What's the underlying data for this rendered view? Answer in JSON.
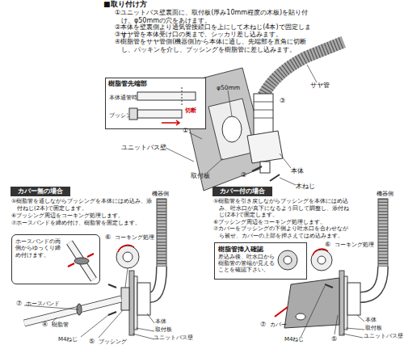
{
  "diagram": {
    "title": "■取り付け方",
    "nodes": [
      {
        "text": [
          "樹脂管先端部",
          "本体通管時",
          "ブッシング挿入時",
          "切断"
        ]
      },
      {
        "text": [
          "カバー無の場合"
        ]
      },
      {
        "text": [
          "ホースバンドの両側からゆっくり締め付けます。"
        ]
      },
      {
        "text": [
          "カバー付の場合"
        ]
      },
      {
        "text": [
          "樹脂管挿入確認",
          "差込み後、吐水口から樹脂管の管端が見えることを確認下さい。"
        ]
      }
    ],
    "labels": [
      "①ユニットバス壁裏面に、取付板(厚み10mm程度の木板)を貼り付け、φ50mmの穴をあけます。",
      "②本体を壁裏側より通気管接続口を上にして木ねじ(4本)で固定します。",
      "③サヤ管を本体受け口の奥まで、シッカリ差し込みます。",
      "④樹脂管をサヤ管側(機器側)から本体に通し、先端部を直角に切断し、パッキンを介し、ブッシングを樹脂管に差し込みます。",
      "サヤ管",
      "φ50mm",
      "①",
      "ユニットバス壁",
      "取付板",
      "②",
      "本体",
      "③",
      "木ねじ",
      "⑤樹脂管を通しながらブッシングを本体にはめ込み、添付ねじ(2本)で固定します。",
      "⑥ブッシング周辺をコーキング処理します。",
      "⑦ホースバンドを締め付け、樹脂管を固定します。",
      "機器側",
      "⑥",
      "コーキング処理",
      "⑦",
      "ホースバンド",
      "④",
      "樹脂管",
      "M4ねじ",
      "⑤",
      "ブッシング",
      "本体",
      "取付板",
      "ユニットバス壁",
      "⑤樹脂管を引き戻しながらブッシングを本体にはめ込み、吐水口が真下になるよう回して調整し、添付ねじ(2本)で固定します。",
      "⑥ブッシング周辺をコーキング処理します。",
      "⑦カバーをブッシングの下側より吐水口を合わせながら被せ、カバーの上部を押さえてはめ込みます。",
      "機器側",
      "⑥",
      "コーキング処理",
      "⑦",
      "カバー",
      "M4ねじ",
      "⑤",
      "本体",
      "取付板",
      "ユニットバス壁"
    ]
  }
}
